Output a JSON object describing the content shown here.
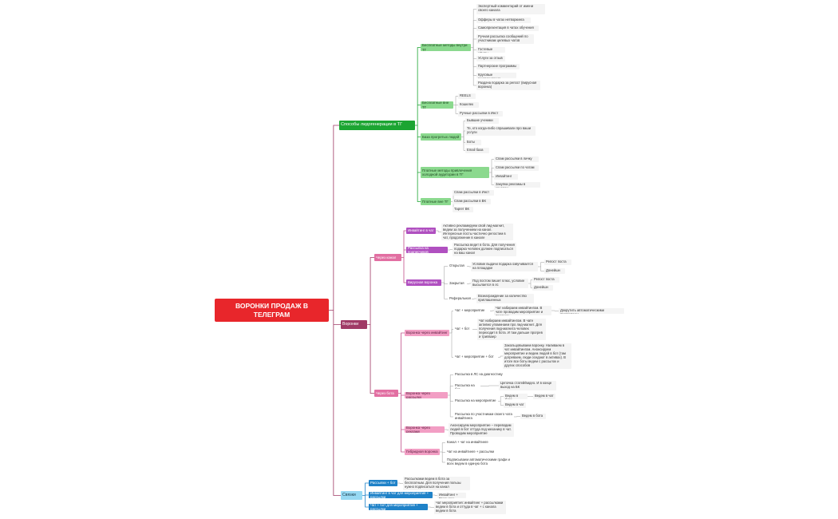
{
  "colors": {
    "root": "#e8262b",
    "green": "#1ca532",
    "maroon": "#a03a66",
    "lightblue": "#97d9f3",
    "edge_green": "#1ca532",
    "edge_maroon": "#a03a66",
    "edge_blue": "#1f82c8"
  },
  "root": {
    "title": "ВОРОНКИ ПРОДАЖ В ТЕЛЕГРАМ"
  },
  "branches": {
    "ways": {
      "title": "Способы лидогенерации в ТГ",
      "free_inside": {
        "title": "Бесплатные методы внутри ТГ",
        "items": [
          "Экспертный комментарий от имени своего канала",
          "Офферы в чатах нетворкинга",
          "Самопрезентация в чатах обучения",
          "Ручная рассылка сообщений по участникам целевых чатов",
          "Гостевые эфиры",
          "Услуги за отзыв",
          "Партнерские программы",
          "Круговые рекомендации",
          "Раздача подарка за репост (вирусная воронка)"
        ]
      },
      "free_outside": {
        "title": "Бесплатные вне ТГ",
        "items": [
          "REELS",
          "Кошелек",
          "Ручные рассылки в Инст"
        ]
      },
      "warm_base": {
        "title": "База прогретых людей",
        "items": [
          "Бывшие ученики",
          "Те, кто когда-либо спрашивали про ваши услуги",
          "Боты",
          "Email база"
        ]
      },
      "paid_inside": {
        "title": "Платные методы привлечения холодной аудитории в ТГ",
        "items": [
          "Спам рассылки в личку",
          "Спам рассылки по чатам",
          "Инвайтинг",
          "Закупка рекламы в каналах"
        ]
      },
      "paid_outside": {
        "title": "Платные вне ТГ",
        "items": [
          "Спам рассылки в Инст",
          "Спам рассылки в ВК",
          "Таргет ВК"
        ]
      }
    },
    "funnels": {
      "title": "Воронки",
      "via_channel": {
        "title": "Через канал",
        "invite": {
          "title": "Инвайтинг в чат",
          "text": "Активно рекламируем свой лид-магнит, ведем за получением на канал. Интересные посты частично репостим в чат, продолжение в канале"
        },
        "mailing": {
          "title": "Рассылка на подписчиков",
          "text": "Рассылка ведет в бота. Для получения подарка человек должен подписаться на ваш канал"
        },
        "viral": {
          "title": "Вирусная воронка",
          "open": "Открытая",
          "open_text": "Условие выдачи подарка озвучивается на площадке",
          "open_items": [
            "Репост поста",
            "Донейшн"
          ],
          "closed": "Закрытая",
          "closed_text": "Под постом пишет плюс, условие высылается в лс",
          "closed_items": [
            "Репост поста",
            "Донейшн"
          ],
          "referral": "Реферальная",
          "referral_text": "Вознаграждение за количество приглашенных"
        }
      },
      "via_bot": {
        "title": "Через бота",
        "invite_funnel": {
          "title": "Воронка через инвайтинг",
          "chat_event": "Чат + мероприятие",
          "chat_event_text": "Чат набираем инвайтингом. В чате проводим мероприятие и продаем",
          "chat_event_next": "Докрутить автоматическими прогревами",
          "chat_bot": "Чат + бот",
          "chat_bot_text": "Чат набираем инвайтингом. В чате активно упоминаем про лид-магнит. Для получения лид-магнита человек переходит в бота. И там дальше прогрев и трипваер",
          "chat_event_bot": "Чат + мероприятие + бот",
          "chat_event_bot_text": "Закольцовываем воронку. Наливаем в чат инвайтингом. Анонсируем мероприятие и ведем людей в бот (там догреваем, люди оседают в активах). В итоге все боты ведем с рассылок и других способов"
        },
        "mailing_funnel": {
          "title": "Воронка через рассылку",
          "items": [
            "Рассылка в ЛС на диагностику",
            "Рассылка на бот",
            "Рассылка на мероприятие",
            "Рассылка по участникам своего чата инвайтинга"
          ],
          "bot_text": "Цепочка статей/видео. И в конце выход на БК",
          "event_items": [
            "Ведем в бота",
            "Ведем в чат"
          ],
          "event_next": "Ведем в чат",
          "members_next": "Ведем в бота"
        },
        "ads_funnel": {
          "title": "Воронка через рекламу",
          "text": "Анонсируем мероприятие – переводим людей в бот оттуда под механику в чат. Проводим мероприятие"
        },
        "hybrid": {
          "title": "Гибридная воронка",
          "items": [
            "Канал + чат на инвайтинге",
            "Чат на инвайтинге + рассылки",
            "Подписываем автоматическими графи и всех ведем в единую бота"
          ]
        }
      }
    },
    "links": {
      "title": "Связки",
      "items": [
        {
          "title": "Рассылки + бот",
          "text": "Рассылками ведем в бота за бесплатным. Для получения пользы нужно подписаться на канал"
        },
        {
          "title": "Инвайтинг в чат для мероприятия + рассылки",
          "text": "Инвайтинг + Рассылки"
        },
        {
          "title": "Чат + бот для мероприятия + рассылки",
          "text": "Чат мероприятия: инвайтинг + рассылками ведем в бота и оттуда в чат + с канала ведем в бота"
        }
      ]
    }
  }
}
